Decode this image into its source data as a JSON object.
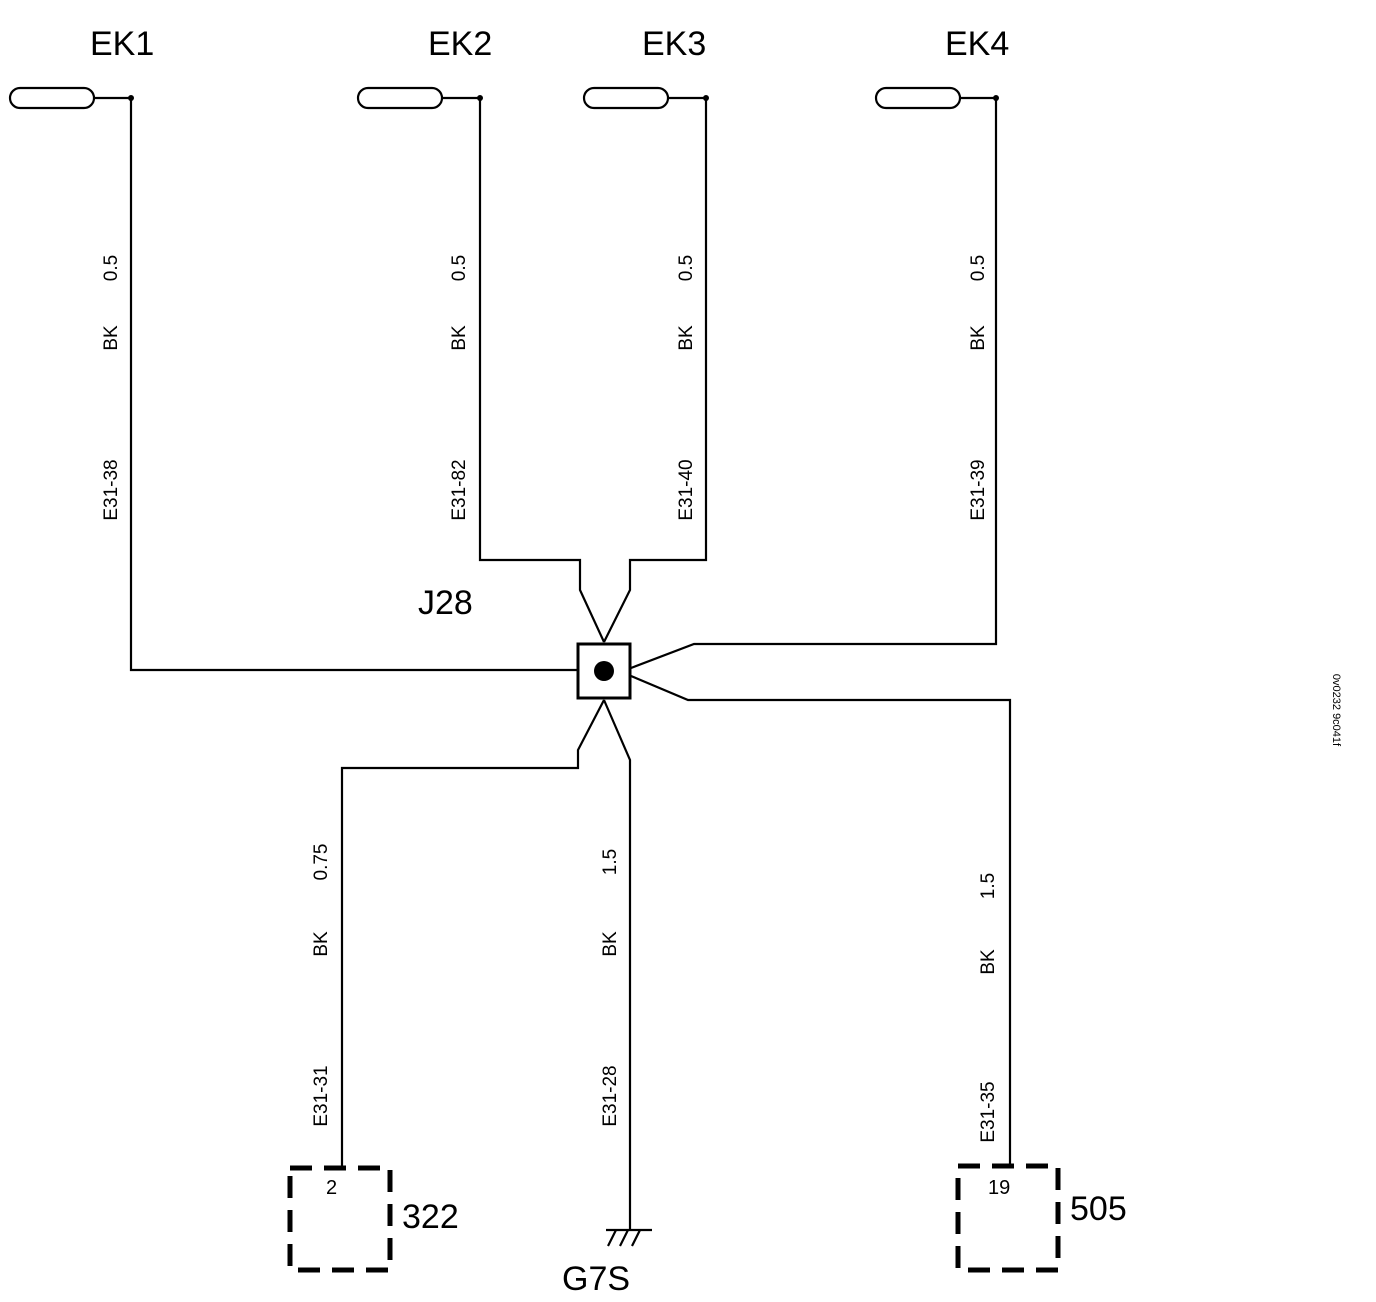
{
  "splices": [
    {
      "name": "EK1"
    },
    {
      "name": "EK2"
    },
    {
      "name": "EK3"
    },
    {
      "name": "EK4"
    }
  ],
  "junction": {
    "name": "J28"
  },
  "wires": [
    {
      "id": "ek1",
      "size": "0.5",
      "color": "BK",
      "code": "E31-38"
    },
    {
      "id": "ek2",
      "size": "0.5",
      "color": "BK",
      "code": "E31-82"
    },
    {
      "id": "ek3",
      "size": "0.5",
      "color": "BK",
      "code": "E31-40"
    },
    {
      "id": "ek4",
      "size": "0.5",
      "color": "BK",
      "code": "E31-39"
    },
    {
      "id": "c322",
      "size": "0.75",
      "color": "BK",
      "code": "E31-31"
    },
    {
      "id": "g7s",
      "size": "1.5",
      "color": "BK",
      "code": "E31-28"
    },
    {
      "id": "c505",
      "size": "1.5",
      "color": "BK",
      "code": "E31-35"
    }
  ],
  "connectors": [
    {
      "id": "c322",
      "label": "322",
      "pin": "2"
    },
    {
      "id": "c505",
      "label": "505",
      "pin": "19"
    }
  ],
  "ground": {
    "label": "G7S"
  },
  "figure_id": "0v0232 9c041f"
}
